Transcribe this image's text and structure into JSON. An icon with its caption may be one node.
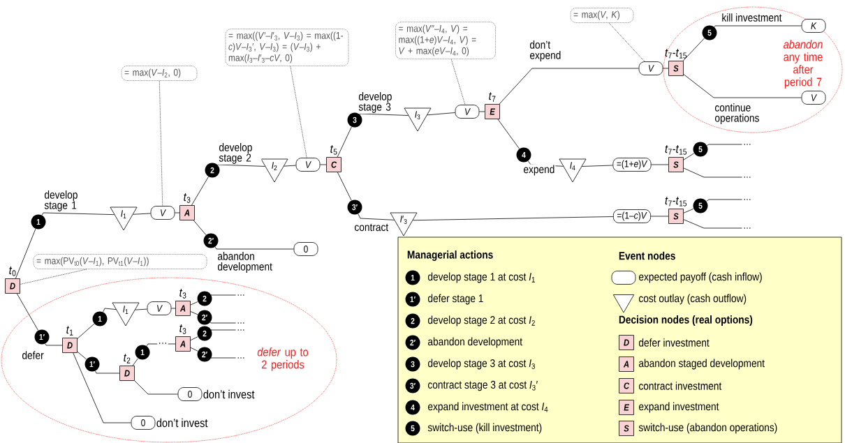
{
  "diagram": {
    "nodes": [
      {
        "text": [
          "D"
        ],
        "beside": [
          "*t*$_{0}$"
        ]
      },
      {
        "text": [
          "= max(PV$_{t0}$(*V*–*I*$_{1}$), PV$_{t1}$(*V*–*I*$_{1}$))"
        ]
      },
      {
        "text": [
          "1"
        ]
      },
      {
        "text": [
          "*I*$_{1}$"
        ]
      },
      {
        "text": [
          "V"
        ]
      },
      {
        "text": [
          "= max(*V*–*I*$_{2}$, 0)"
        ]
      },
      {
        "text": [
          "A"
        ],
        "beside": [
          "*t*$_{3}$"
        ]
      },
      {
        "text": [
          "2"
        ]
      },
      {
        "text": [
          "*I*$_{2}$"
        ]
      },
      {
        "text": [
          "V"
        ]
      },
      {
        "text": [
          "= max((*V*′–*I*′$_{3}$, *V*–*I*$_{3}$) = max((1-*c*)*V*–*I*$_{3}$′, *V*–*I*$_{3}$) = (*V*–*I*$_{3}$) + max(*I*$_{3}$–*I*′$_{3}$–*cV*, 0)"
        ]
      },
      {
        "text": [
          "C"
        ],
        "beside": [
          "*t*$_{5}$"
        ]
      },
      {
        "text": [
          "3"
        ]
      },
      {
        "text": [
          "*I*$_{3}$"
        ]
      },
      {
        "text": [
          "V"
        ]
      },
      {
        "text": [
          "= max(*V*″–*I*$_{4}$, *V*) = max((1+*e*)*V*–*I*$_{4}$, *V*) = *V* + max(*eV*–*I*$_{4}$, 0)"
        ]
      },
      {
        "text": [
          "E"
        ],
        "beside": [
          "*t*$_{7}$"
        ]
      },
      {
        "text": [
          "V"
        ]
      },
      {
        "text": [
          "= max(*V*, *K*)"
        ]
      },
      {
        "text": [
          "*abandon* any time after period 7"
        ]
      },
      {
        "text": [
          "S"
        ],
        "beside": [
          "*t*$_{7}$-*t*$_{15}$"
        ],
        "in": 19
      },
      {
        "text": [
          "5"
        ],
        "in": 19
      },
      {
        "text": [
          "K"
        ],
        "in": 19
      },
      {
        "text": [
          "V"
        ],
        "in": 19
      },
      {
        "text": [
          "4"
        ]
      },
      {
        "text": [
          "*I*$_{4}$"
        ]
      },
      {
        "text": [
          "=(1+*e*)*V*"
        ]
      },
      {
        "text": [
          "S"
        ],
        "beside": [
          "*t*$_{7}$-*t*$_{15}$"
        ]
      },
      {
        "text": [
          "5"
        ]
      },
      {
        "text": [
          "…"
        ]
      },
      {
        "text": [
          "…"
        ]
      },
      {
        "text": [
          "3′"
        ]
      },
      {
        "text": [
          "*I*′$_{3}$"
        ]
      },
      {
        "text": [
          "=(1–*c*)*V*"
        ]
      },
      {
        "text": [
          "S"
        ],
        "beside": [
          "*t*$_{7}$-*t*$_{15}$"
        ]
      },
      {
        "text": [
          "5"
        ]
      },
      {
        "text": [
          "…"
        ]
      },
      {
        "text": [
          "…"
        ]
      },
      {
        "text": [
          "2′"
        ]
      },
      {
        "text": [
          "0"
        ]
      },
      {
        "text": [
          "*defer* up to 2 periods"
        ]
      },
      {
        "text": [
          "1′"
        ],
        "in": 40
      },
      {
        "text": [
          "D"
        ],
        "beside": [
          "*t*$_{1}$"
        ],
        "in": 40
      },
      {
        "text": [
          "1"
        ],
        "in": 40
      },
      {
        "text": [
          "*I*$_{1}$"
        ],
        "in": 40
      },
      {
        "text": [
          "V"
        ],
        "in": 40
      },
      {
        "text": [
          "A"
        ],
        "beside": [
          "*t*$_{3}$"
        ],
        "in": 40
      },
      {
        "text": [
          "2"
        ],
        "in": 40
      },
      {
        "text": [
          "…"
        ],
        "in": 40
      },
      {
        "text": [
          "2′"
        ],
        "in": 40
      },
      {
        "text": [
          "…"
        ],
        "in": 40
      },
      {
        "text": [
          "1′"
        ],
        "in": 40
      },
      {
        "text": [
          "D"
        ],
        "beside": [
          "*t*$_{2}$"
        ],
        "in": 40
      },
      {
        "text": [
          "1"
        ],
        "in": 40
      },
      {
        "text": [
          "A"
        ],
        "beside": [
          "*t*$_{3}$"
        ],
        "in": 40
      },
      {
        "text": [
          "2"
        ],
        "in": 40
      },
      {
        "text": [
          "…"
        ],
        "in": 40
      },
      {
        "text": [
          "2′"
        ],
        "in": 40
      },
      {
        "text": [
          "…"
        ],
        "in": 40
      },
      {
        "text": [
          "0"
        ],
        "beside": [
          "don’t invest"
        ],
        "in": 40
      },
      {
        "text": [
          "0"
        ],
        "beside": [
          "don’t invest"
        ],
        "in": 40
      },
      {
        "text": [
          "Managerial actions",
          "Event nodes",
          "Decision nodes (real options)"
        ]
      },
      {
        "text": [
          "1"
        ],
        "in": 61
      },
      {
        "text": [
          "1′"
        ],
        "in": 61
      },
      {
        "text": [
          "2"
        ],
        "in": 61
      },
      {
        "text": [
          "2′"
        ],
        "in": 61
      },
      {
        "text": [
          "3"
        ],
        "in": 61
      },
      {
        "text": [
          "3′"
        ],
        "in": 61
      },
      {
        "text": [
          "4"
        ],
        "in": 61
      },
      {
        "text": [
          "5"
        ],
        "in": 61
      },
      {
        "text": [],
        "shape": "oval",
        "in": 61
      },
      {
        "text": [],
        "shape": "triangle",
        "in": 61
      },
      {
        "text": [
          "D"
        ],
        "in": 61
      },
      {
        "text": [
          "A"
        ],
        "in": 61
      },
      {
        "text": [
          "C"
        ],
        "in": 61
      },
      {
        "text": [
          "E"
        ],
        "in": 61
      },
      {
        "text": [
          "S"
        ],
        "in": 61
      }
    ],
    "edges": [
      {
        "from": 0,
        "to": 2,
        "arrow": "none"
      },
      {
        "from": 2,
        "to": 3,
        "arrow": "none",
        "label": "develop stage 1"
      },
      {
        "from": 3,
        "to": 4,
        "arrow": "none"
      },
      {
        "from": 4,
        "to": 6,
        "arrow": "none"
      },
      {
        "from": 5,
        "to": 4,
        "arrow": "none",
        "style": "dashed"
      },
      {
        "from": 6,
        "to": 7,
        "arrow": "none"
      },
      {
        "from": 7,
        "to": 8,
        "arrow": "none",
        "label": "develop stage 2"
      },
      {
        "from": 8,
        "to": 9,
        "arrow": "none"
      },
      {
        "from": 9,
        "to": 11,
        "arrow": "none"
      },
      {
        "from": 10,
        "to": 9,
        "arrow": "none",
        "style": "dashed"
      },
      {
        "from": 11,
        "to": 12,
        "arrow": "none"
      },
      {
        "from": 12,
        "to": 13,
        "arrow": "none",
        "label": "develop stage 3"
      },
      {
        "from": 13,
        "to": 14,
        "arrow": "none"
      },
      {
        "from": 14,
        "to": 16,
        "arrow": "none"
      },
      {
        "from": 15,
        "to": 14,
        "arrow": "none",
        "style": "dashed"
      },
      {
        "from": 16,
        "to": 17,
        "arrow": "none",
        "label": "don’t expend"
      },
      {
        "from": 18,
        "to": 17,
        "arrow": "none",
        "style": "dashed"
      },
      {
        "from": 17,
        "to": 20,
        "arrow": "none"
      },
      {
        "from": 20,
        "to": 21,
        "arrow": "none"
      },
      {
        "from": 21,
        "to": 22,
        "arrow": "none",
        "label": "kill investment"
      },
      {
        "from": 20,
        "to": 23,
        "arrow": "none",
        "label": "continue operations"
      },
      {
        "from": 16,
        "to": 24,
        "arrow": "none"
      },
      {
        "from": 24,
        "to": 25,
        "arrow": "none",
        "label": "expend"
      },
      {
        "from": 25,
        "to": 26,
        "arrow": "none"
      },
      {
        "from": 26,
        "to": 27,
        "arrow": "none"
      },
      {
        "from": 27,
        "to": 28,
        "arrow": "none"
      },
      {
        "from": 28,
        "to": 29,
        "arrow": "none"
      },
      {
        "from": 27,
        "to": 30,
        "arrow": "none"
      },
      {
        "from": 11,
        "to": 31,
        "arrow": "none"
      },
      {
        "from": 31,
        "to": 32,
        "arrow": "none",
        "label": "contract"
      },
      {
        "from": 32,
        "to": 33,
        "arrow": "none"
      },
      {
        "from": 33,
        "to": 34,
        "arrow": "none"
      },
      {
        "from": 34,
        "to": 35,
        "arrow": "none"
      },
      {
        "from": 35,
        "to": 36,
        "arrow": "none"
      },
      {
        "from": 34,
        "to": 37,
        "arrow": "none"
      },
      {
        "from": 6,
        "to": 38,
        "arrow": "none"
      },
      {
        "from": 38,
        "to": 39,
        "arrow": "none",
        "label": "abandon development"
      },
      {
        "from": 1,
        "to": 0,
        "arrow": "none",
        "style": "dashed"
      },
      {
        "from": 0,
        "to": 41,
        "arrow": "none"
      },
      {
        "from": 41,
        "to": 42,
        "arrow": "none",
        "label": "defer"
      },
      {
        "from": 42,
        "to": 43,
        "arrow": "none"
      },
      {
        "from": 43,
        "to": 44,
        "arrow": "none"
      },
      {
        "from": 44,
        "to": 45,
        "arrow": "none"
      },
      {
        "from": 45,
        "to": 46,
        "arrow": "none"
      },
      {
        "from": 46,
        "to": 47,
        "arrow": "none"
      },
      {
        "from": 47,
        "to": 48,
        "arrow": "none"
      },
      {
        "from": 46,
        "to": 49,
        "arrow": "none"
      },
      {
        "from": 49,
        "to": 50,
        "arrow": "none"
      },
      {
        "from": 42,
        "to": 51,
        "arrow": "none"
      },
      {
        "from": 51,
        "to": 52,
        "arrow": "none"
      },
      {
        "from": 52,
        "to": 53,
        "arrow": "none"
      },
      {
        "from": 53,
        "to": 54,
        "arrow": "none",
        "label": "…"
      },
      {
        "from": 54,
        "to": 55,
        "arrow": "none"
      },
      {
        "from": 55,
        "to": 56,
        "arrow": "none"
      },
      {
        "from": 54,
        "to": 57,
        "arrow": "none"
      },
      {
        "from": 57,
        "to": 58,
        "arrow": "none"
      },
      {
        "from": 52,
        "to": 59,
        "arrow": "none"
      },
      {
        "from": 42,
        "to": 60,
        "arrow": "none"
      }
    ],
    "legend": [
      {
        "text": "develop stage 1 at cost *I*$_{1}$"
      },
      {
        "text": "defer stage 1"
      },
      {
        "text": "develop stage 2 at cost *I*$_{2}$"
      },
      {
        "text": "abandon development"
      },
      {
        "text": "develop stage 3 at cost *I*$_{3}$"
      },
      {
        "text": "contract stage 3 at cost *I*$_{3}$′"
      },
      {
        "text": "expand investment at cost *I*$_{4}$"
      },
      {
        "text": "switch-use (kill investment)"
      },
      {
        "text": "expected payoff (cash inflow)"
      },
      {
        "text": "cost outlay (cash outflow)"
      },
      {
        "text": "defer investment"
      },
      {
        "text": "abandon staged development"
      },
      {
        "text": "contract investment"
      },
      {
        "text": "expand investment"
      },
      {
        "text": "switch-use (abandon operations)"
      }
    ]
  }
}
